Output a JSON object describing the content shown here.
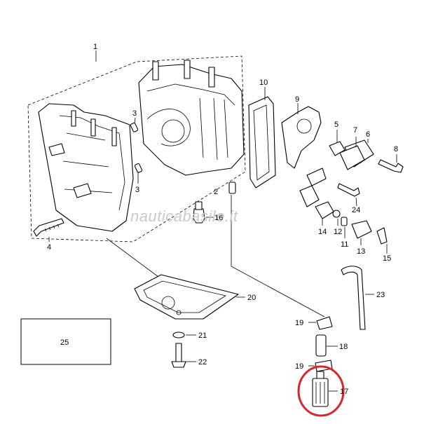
{
  "watermark": "nauticabasile.it",
  "callouts": {
    "p1": "1",
    "p2": "2",
    "p3a": "3",
    "p3b": "3",
    "p4": "4",
    "p5": "5",
    "p6": "6",
    "p7": "7",
    "p8": "8",
    "p9": "9",
    "p10": "10",
    "p11": "11",
    "p12": "12",
    "p13": "13",
    "p14": "14",
    "p15": "15",
    "p16": "16",
    "p17": "17",
    "p18": "18",
    "p19a": "19",
    "p19b": "19",
    "p20": "20",
    "p21": "21",
    "p22": "22",
    "p23": "23",
    "p24": "24",
    "p25": "25"
  },
  "highlight": {
    "part": "17",
    "color": "#d9262c"
  },
  "colors": {
    "line": "#000000",
    "background": "#ffffff",
    "watermark": "#c9c9c9"
  }
}
